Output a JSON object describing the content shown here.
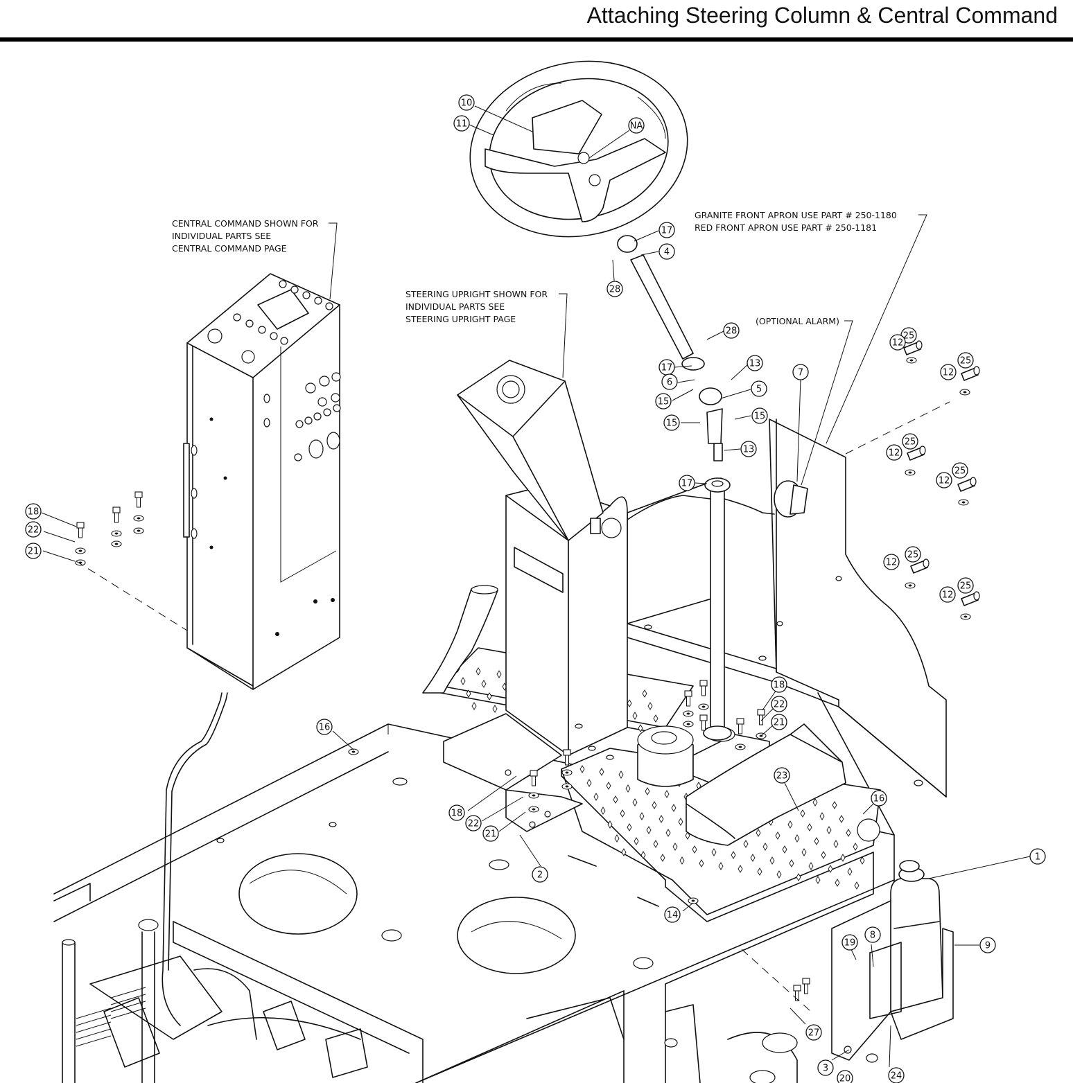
{
  "header": {
    "title": "Attaching Steering Column & Central Command"
  },
  "notes": {
    "central_command": [
      "CENTRAL COMMAND SHOWN FOR",
      "INDIVIDUAL PARTS SEE",
      "CENTRAL COMMAND PAGE"
    ],
    "steering_upright": [
      "STEERING UPRIGHT SHOWN FOR",
      "INDIVIDUAL PARTS SEE",
      "STEERING UPRIGHT PAGE"
    ],
    "apron": [
      "GRANITE FRONT APRON USE PART # 250-1180",
      "RED FRONT APRON USE PART # 250-1181"
    ],
    "alarm": "(OPTIONAL ALARM)"
  },
  "callouts": [
    "10",
    "11",
    "NA",
    "17",
    "4",
    "28",
    "28",
    "17",
    "6",
    "13",
    "5",
    "15",
    "15",
    "15",
    "13",
    "17",
    "7",
    "25",
    "12",
    "25",
    "12",
    "25",
    "12",
    "25",
    "12",
    "25",
    "12",
    "25",
    "12",
    "18",
    "22",
    "21",
    "16",
    "18",
    "22",
    "21",
    "2",
    "18",
    "22",
    "21",
    "23",
    "16",
    "1",
    "14",
    "19",
    "8",
    "9",
    "27",
    "3",
    "20",
    "24"
  ]
}
